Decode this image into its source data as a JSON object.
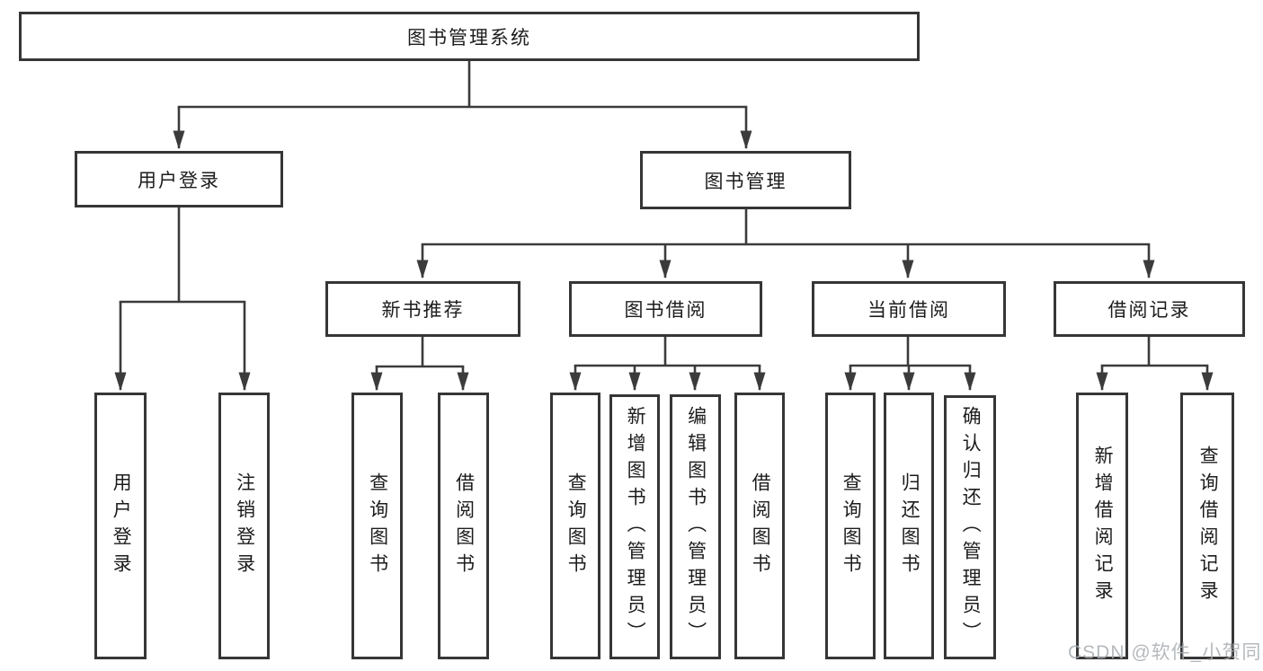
{
  "colors": {
    "line": "#3b3b3b",
    "border": "#363636",
    "text": "#1c1c1c",
    "watermark": "#a8adb2"
  },
  "tree": {
    "root": {
      "label": "图书管理系统"
    },
    "branches": [
      {
        "label": "用户登录",
        "children": [
          {
            "label": "用户登录"
          },
          {
            "label": "注销登录"
          }
        ]
      },
      {
        "label": "图书管理",
        "sections": [
          {
            "label": "新书推荐",
            "children": [
              {
                "label": "查询图书"
              },
              {
                "label": "借阅图书"
              }
            ]
          },
          {
            "label": "图书借阅",
            "children": [
              {
                "label": "查询图书"
              },
              {
                "label": "新增图书（管理员）"
              },
              {
                "label": "编辑图书（管理员）"
              },
              {
                "label": "借阅图书"
              }
            ]
          },
          {
            "label": "当前借阅",
            "children": [
              {
                "label": "查询图书"
              },
              {
                "label": "归还图书"
              },
              {
                "label": "确认归还（管理员）"
              }
            ]
          },
          {
            "label": "借阅记录",
            "children": [
              {
                "label": "新增借阅记录"
              },
              {
                "label": "查询借阅记录"
              }
            ]
          }
        ]
      }
    ],
    "watermark": "CSDN @软件_小贺同学"
  }
}
